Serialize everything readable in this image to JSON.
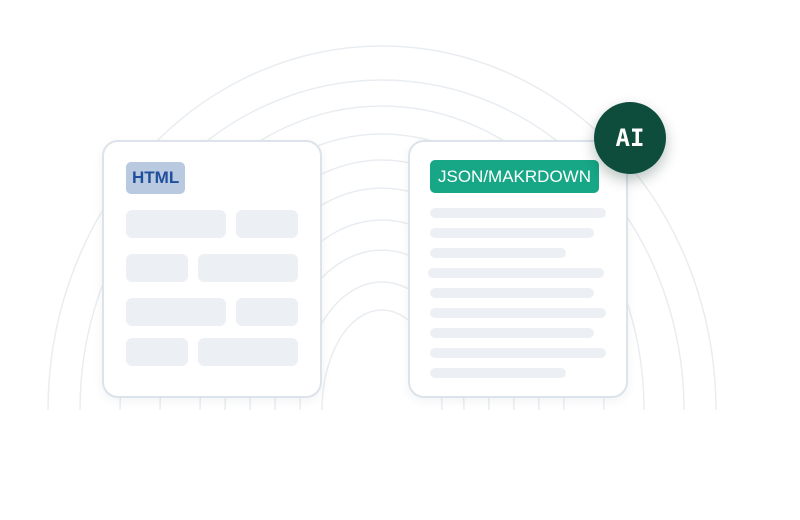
{
  "source_card": {
    "label": "HTML"
  },
  "output_card": {
    "label": "JSON/MAKRDOWN"
  },
  "ai_badge": {
    "label": "AI"
  },
  "colors": {
    "html_label_bg": "#b9c9e0",
    "html_label_text": "#1f4f9c",
    "json_label_bg": "#18a786",
    "ai_badge_bg": "#0e4d3c",
    "card_border": "#dde3ea",
    "placeholder": "#ecf0f4",
    "arcs": "#e9edf1"
  }
}
